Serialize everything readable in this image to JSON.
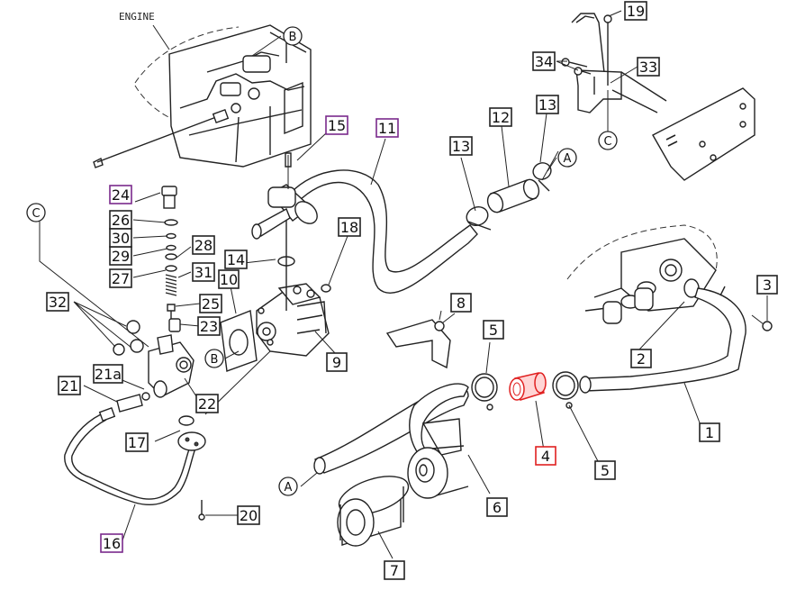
{
  "engine_label": "ENGINE",
  "colors": {
    "line": "#222222",
    "box_default": "#222222",
    "box_purple": "#7a2a8c",
    "highlight_red": "#e02020",
    "highlight_fill": "#ff8a8a"
  },
  "callouts": [
    {
      "id": "c1",
      "text": "1",
      "style": "default"
    },
    {
      "id": "c2",
      "text": "2",
      "style": "default"
    },
    {
      "id": "c3",
      "text": "3",
      "style": "default"
    },
    {
      "id": "c4",
      "text": "4",
      "style": "red"
    },
    {
      "id": "c5a",
      "text": "5",
      "style": "default"
    },
    {
      "id": "c5b",
      "text": "5",
      "style": "default"
    },
    {
      "id": "c6",
      "text": "6",
      "style": "default"
    },
    {
      "id": "c7",
      "text": "7",
      "style": "default"
    },
    {
      "id": "c8",
      "text": "8",
      "style": "default"
    },
    {
      "id": "c9",
      "text": "9",
      "style": "default"
    },
    {
      "id": "c10",
      "text": "10",
      "style": "default"
    },
    {
      "id": "c11",
      "text": "11",
      "style": "purple"
    },
    {
      "id": "c12",
      "text": "12",
      "style": "default"
    },
    {
      "id": "c13a",
      "text": "13",
      "style": "default"
    },
    {
      "id": "c13b",
      "text": "13",
      "style": "default"
    },
    {
      "id": "c14",
      "text": "14",
      "style": "default"
    },
    {
      "id": "c15",
      "text": "15",
      "style": "purple"
    },
    {
      "id": "c16",
      "text": "16",
      "style": "purple"
    },
    {
      "id": "c17",
      "text": "17",
      "style": "default"
    },
    {
      "id": "c18",
      "text": "18",
      "style": "default"
    },
    {
      "id": "c19",
      "text": "19",
      "style": "default"
    },
    {
      "id": "c20",
      "text": "20",
      "style": "default"
    },
    {
      "id": "c21",
      "text": "21",
      "style": "default"
    },
    {
      "id": "c21a",
      "text": "21a",
      "style": "default"
    },
    {
      "id": "c22",
      "text": "22",
      "style": "default"
    },
    {
      "id": "c23",
      "text": "23",
      "style": "default"
    },
    {
      "id": "c24",
      "text": "24",
      "style": "purple"
    },
    {
      "id": "c25",
      "text": "25",
      "style": "default"
    },
    {
      "id": "c26",
      "text": "26",
      "style": "default"
    },
    {
      "id": "c27",
      "text": "27",
      "style": "default"
    },
    {
      "id": "c28",
      "text": "28",
      "style": "default"
    },
    {
      "id": "c29",
      "text": "29",
      "style": "default"
    },
    {
      "id": "c30",
      "text": "30",
      "style": "default"
    },
    {
      "id": "c31",
      "text": "31",
      "style": "default"
    },
    {
      "id": "c32",
      "text": "32",
      "style": "default"
    },
    {
      "id": "c33",
      "text": "33",
      "style": "default"
    },
    {
      "id": "c34",
      "text": "34",
      "style": "default"
    }
  ],
  "connectors": [
    {
      "id": "refA1",
      "text": "A"
    },
    {
      "id": "refA2",
      "text": "A"
    },
    {
      "id": "refB1",
      "text": "B"
    },
    {
      "id": "refB2",
      "text": "B"
    },
    {
      "id": "refC1",
      "text": "C"
    },
    {
      "id": "refC2",
      "text": "C"
    }
  ]
}
